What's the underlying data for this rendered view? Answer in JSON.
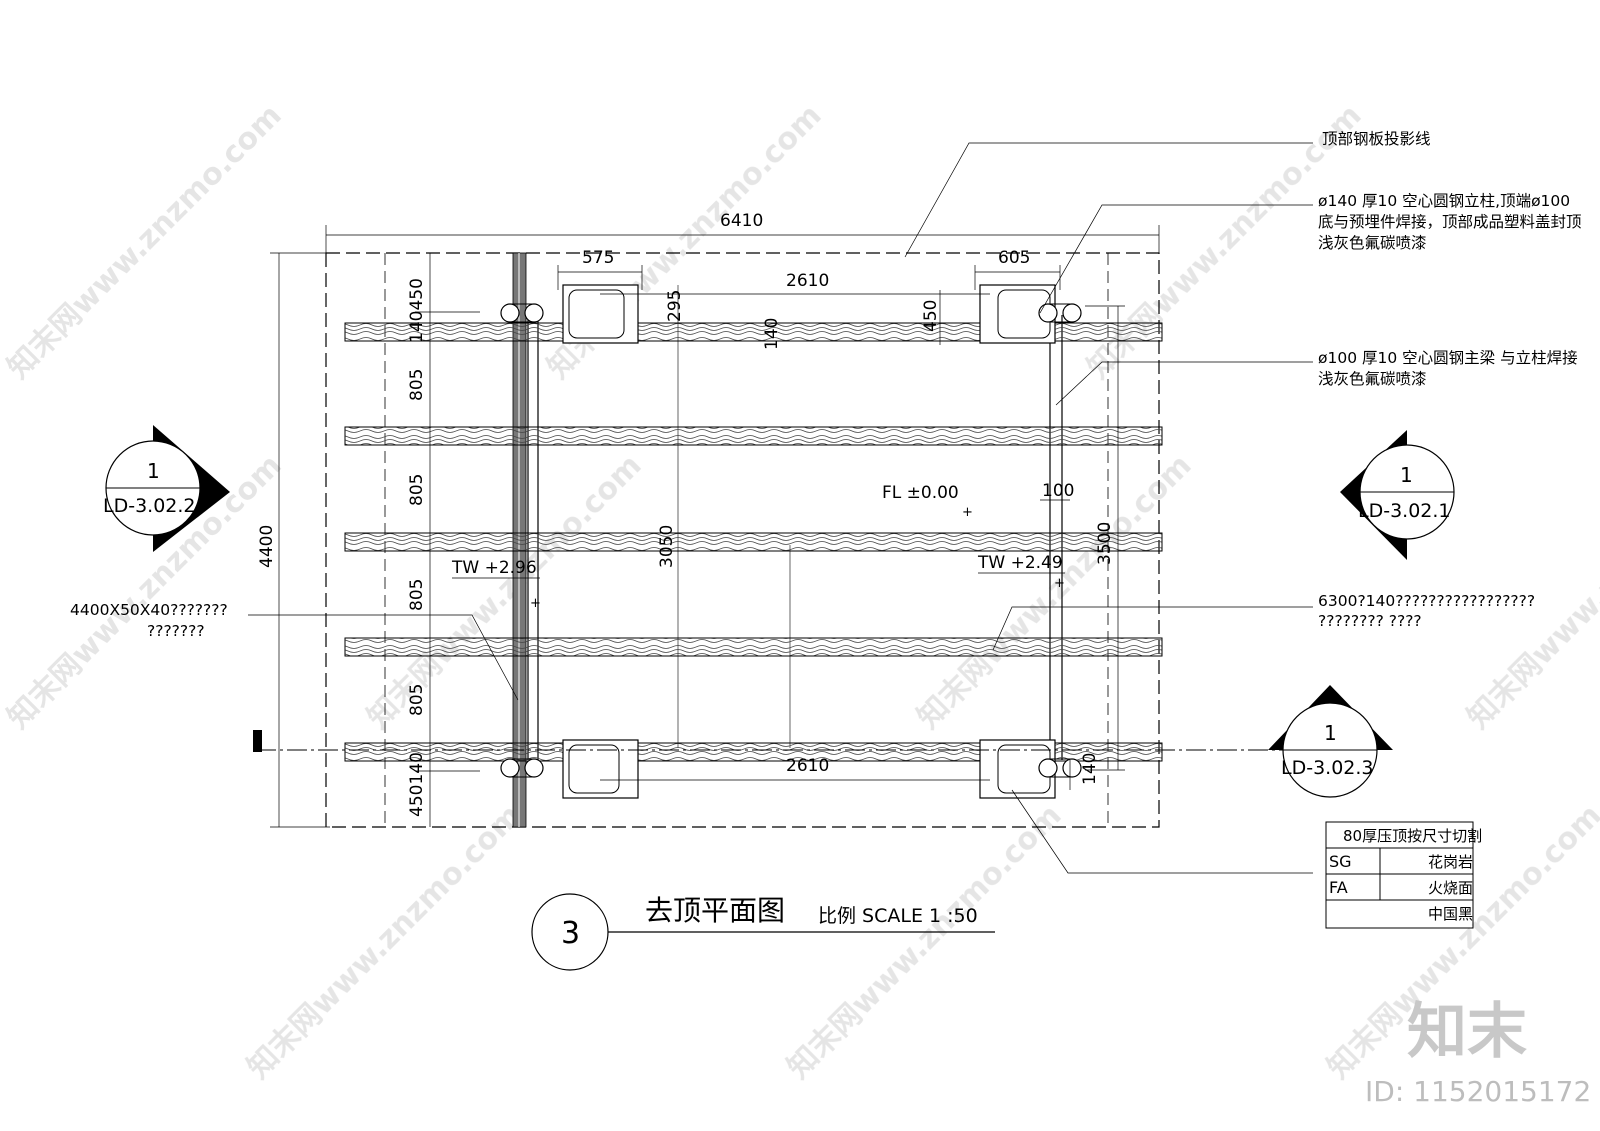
{
  "drawing": {
    "title": "去顶平面图",
    "scale": "比例 SCALE 1 :50",
    "number": "3"
  },
  "dimensions": {
    "overall_width": "6410",
    "overall_height": "4400",
    "top_left_575": "575",
    "top_right_605": "605",
    "top_span": "2610",
    "bottom_span": "2610",
    "d295": "295",
    "d450_top_right": "450",
    "d140_mid": "140",
    "d3050": "3050",
    "d3500": "3500",
    "d100": "100",
    "d140_bottom_right": "140",
    "left_top": "140450",
    "left_805_1": "805",
    "left_805_2": "805",
    "left_805_3": "805",
    "left_805_4": "805",
    "left_bottom": "450140"
  },
  "levels": {
    "fl": "FL ±0.00",
    "tw_left": "TW +2.96",
    "tw_right": "TW +2.49"
  },
  "section_markers": [
    {
      "num": "1",
      "ref": "LD-3.02.2"
    },
    {
      "num": "1",
      "ref": "LD-3.02.1"
    },
    {
      "num": "1",
      "ref": "LD-3.02.3"
    }
  ],
  "notes": {
    "n1": "顶部钢板投影线",
    "n2_l1": "ø140  厚10  空心圆钢立柱,顶端ø100",
    "n2_l2": "底与预埋件焊接，顶部成品塑料盖封顶",
    "n2_l3": "浅灰色氟碳喷漆",
    "n3_l1": "ø100  厚10  空心圆钢主梁  与立柱焊接",
    "n3_l2": "浅灰色氟碳喷漆",
    "n4_l1": "6300?140?????????????????",
    "n4_l2": "????????  ????",
    "n5_l1": "4400X50X40???????",
    "n5_l2": "???????"
  },
  "legend": {
    "header": "80厚压顶按尺寸切割",
    "rows": [
      {
        "code": "SG",
        "desc": "花岗岩"
      },
      {
        "code": "FA",
        "desc": "火烧面"
      },
      {
        "code": "",
        "desc": "中国黑"
      }
    ]
  },
  "watermark": {
    "logo": "知末",
    "id": "ID: 1152015172",
    "site": "知末网www.znzmo.com"
  }
}
